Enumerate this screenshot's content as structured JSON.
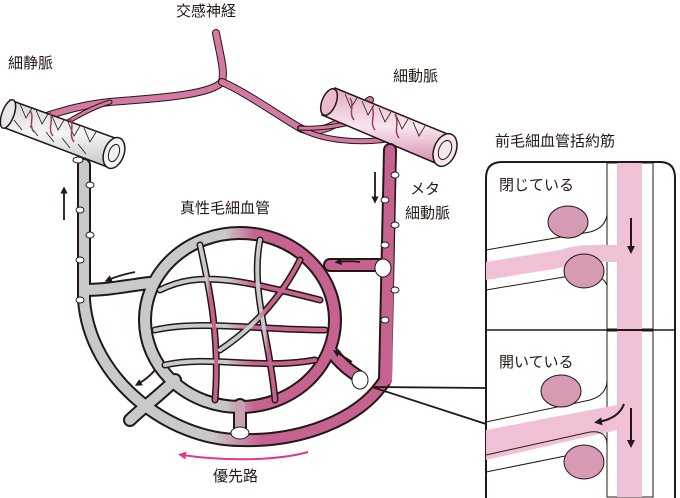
{
  "labels": {
    "sympathetic_nerve": "交感神経",
    "venule": "細静脈",
    "arteriole": "細動脈",
    "metarteriole_line1": "メタ",
    "metarteriole_line2": "細動脈",
    "true_capillaries": "真性毛細血管",
    "preferential_channel": "優先路",
    "precapillary_sphincter": "前毛細血管括約筋",
    "state_closed": "閉じている",
    "state_open": "開いている"
  },
  "colors": {
    "artery_pink": "#c5628f",
    "vein_gray": "#c8c9c9",
    "nerve_pink": "#d27aa3",
    "inset_blood": "#f0c0d6",
    "sphincter_muscle": "#d69ab4",
    "preferential_arrow": "#e0388a",
    "outline": "#231815"
  }
}
